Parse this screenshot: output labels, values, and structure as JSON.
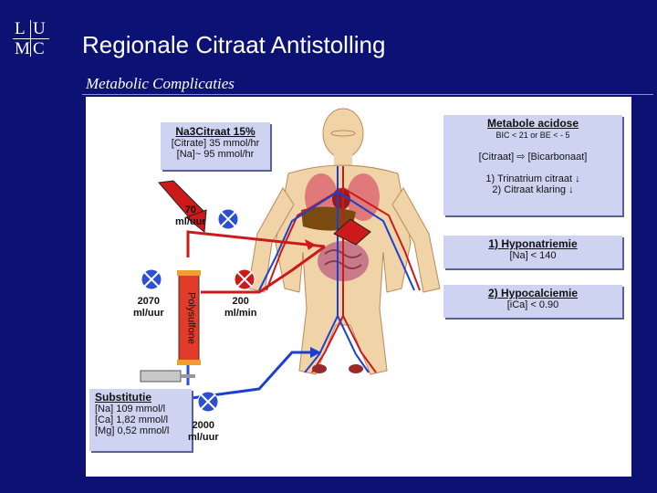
{
  "header": {
    "logo_letters": [
      "L",
      "U",
      "M",
      "C"
    ],
    "title": "Regionale Citraat Antistolling",
    "subtitle": "Metabolic Complicaties"
  },
  "citrate_box": {
    "title": "Na3Citraat 15%",
    "line1": "[Citrate] 35 mmol/hr",
    "line2": "[Na]~ 95 mmol/hr"
  },
  "metabole_box": {
    "title": "Metabole acidose",
    "line1": "BIC < 21 or BE < - 5",
    "line2": "[Citraat] ⇨ [Bicarbonaat]",
    "line3": "1) Trinatrium citraat ↓",
    "line4": "2) Citraat klaring ↓"
  },
  "hyponatriemie_box": {
    "title": "1) Hyponatriemie",
    "line1": "[Na] < 140"
  },
  "hypocalciemie_box": {
    "title": "2) Hypocalciemie",
    "line1": "[iCa] < 0.90"
  },
  "substitutie_box": {
    "title": "Substitutie",
    "line1": "[Na] 109 mmol/l",
    "line2": "[Ca] 1,82 mmol/l",
    "line3": "[Mg] 0,52 mmol/l"
  },
  "flow_labels": {
    "citrate_flow_value": "70",
    "citrate_flow_unit": "ml/uur",
    "ultrafiltrate_value": "2070",
    "ultrafiltrate_unit": "ml/uur",
    "blood_flow_value": "200",
    "blood_flow_unit": "ml/min",
    "substitution_value": "2000",
    "substitution_unit": "ml/uur",
    "filter_label": "Polysulfone"
  },
  "colors": {
    "background": "#0b1273",
    "box_fill": "#cfd3f2",
    "pump_blue": "#2d4fd0",
    "pump_red": "#cc1a1a",
    "artery_red": "#cc1a1a",
    "vein_blue": "#1b3fd0"
  },
  "icons": [
    "lumc-logo",
    "human-body-icon",
    "syringe-icon",
    "filter-cartridge-icon",
    "pump-icon",
    "arrow-icon"
  ]
}
